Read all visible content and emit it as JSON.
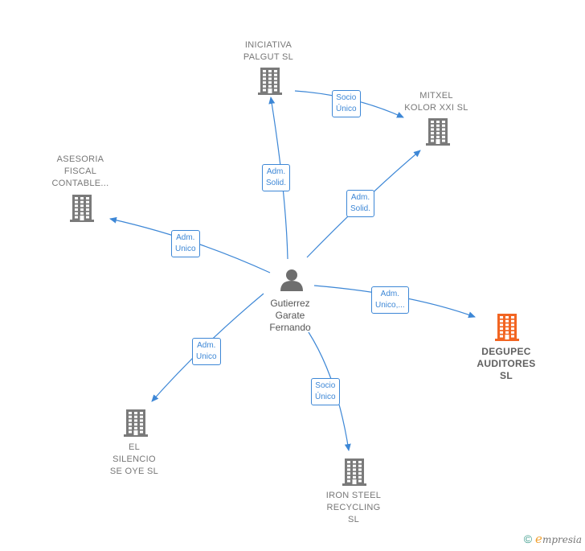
{
  "colors": {
    "edge": "#3d87d6",
    "company": "#7a7a7a",
    "highlight": "#f26522",
    "person": "#6e6e6e"
  },
  "person": {
    "name": "Gutierrez\nGarate\nFernando",
    "icon": "person-icon"
  },
  "companies": [
    {
      "id": "iniciativa",
      "name": "INICIATIVA\nPALGUT  SL",
      "icon": "building-icon"
    },
    {
      "id": "mitxel",
      "name": "MITXEL\nKOLOR XXI  SL",
      "icon": "building-icon"
    },
    {
      "id": "asesoria",
      "name": "ASESORIA\nFISCAL\nCONTABLE...",
      "icon": "building-icon"
    },
    {
      "id": "degupec",
      "name": "DEGUPEC\nAUDITORES\nSL",
      "icon": "building-icon",
      "highlight": true
    },
    {
      "id": "silencio",
      "name": "EL\nSILENCIO\nSE OYE  SL",
      "icon": "building-icon"
    },
    {
      "id": "ironsteel",
      "name": "IRON STEEL\nRECYCLING\nSL",
      "icon": "building-icon"
    }
  ],
  "edges": [
    {
      "from": "person",
      "to": "iniciativa",
      "label": "Adm.\nSolid."
    },
    {
      "from": "person",
      "to": "mitxel",
      "label": "Adm.\nSolid."
    },
    {
      "from": "iniciativa",
      "to": "mitxel",
      "label": "Socio\nÚnico"
    },
    {
      "from": "person",
      "to": "asesoria",
      "label": "Adm.\nUnico"
    },
    {
      "from": "person",
      "to": "degupec",
      "label": "Adm.\nUnico,..."
    },
    {
      "from": "person",
      "to": "silencio",
      "label": "Adm.\nUnico"
    },
    {
      "from": "person",
      "to": "ironsteel",
      "label": "Socio\nÚnico"
    }
  ],
  "footer": {
    "copyright": "©",
    "brand_initial": "e",
    "brand_rest": "mpresia"
  }
}
